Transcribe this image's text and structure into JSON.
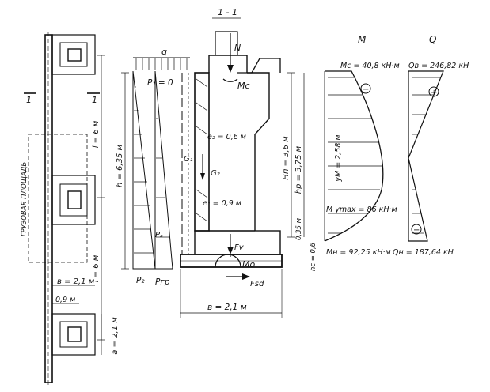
{
  "section_label": "1 - 1",
  "section_marks": [
    "1",
    "1"
  ],
  "plan": {
    "cargo_area_label": "ГРУЗОВАЯ ПЛОЩАДЬ",
    "span_top": "l = 6 м",
    "span_bottom": "l = 6 м",
    "width_b": "в = 2,1 м",
    "width_a": "0,9 м",
    "dim_a": "а = 2,1 м"
  },
  "section": {
    "q_label": "q",
    "p1_label": "P₁ = 0",
    "p2_label": "P₂",
    "pgr_label": "Pгр",
    "p3_label": "Pₐ",
    "height_h": "h = 6,35 м",
    "n_label": "N",
    "mc_label": "Mc",
    "e2_label": "e₂ = 0,6 м",
    "g2_label": "G₂",
    "g1_label": "G₁",
    "e1_label": "e₁ = 0,9 м",
    "hn_label": "Hп = 3,6 м",
    "hp_label": "hр = 3,75 м",
    "dim_035": "0,35 м",
    "dim_06": "hс = 0,6",
    "fv_label": "Fv",
    "mo_label": "Mo",
    "fsd_label": "Fsd",
    "base_width": "в = 2,1 м"
  },
  "diagram_m": {
    "title": "M",
    "top_value": "Mc = 40,8 кН·м",
    "y_label": "yM = 2,58 м",
    "mid_value": "M ymax = 86 кН·м",
    "bottom_value": "Mн = 92,25 кН·м",
    "sign": "−"
  },
  "diagram_q": {
    "title": "Q",
    "top_value": "Qв = 246,82 кН",
    "bottom_value": "Qн = 187,64 кН",
    "sign_top": "+",
    "sign_bottom": "−"
  }
}
